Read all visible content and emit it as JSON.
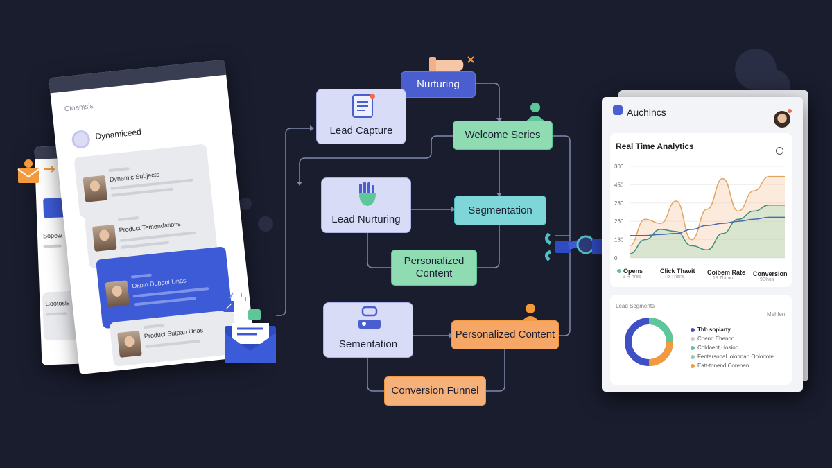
{
  "left_panel": {
    "brand": "Ctoamsis",
    "title": "Dynamiceed",
    "cards": [
      {
        "label": "Dynamic Subjects"
      },
      {
        "label": "Product Temendations"
      },
      {
        "label": "Oxpin Dubpot Unas"
      },
      {
        "label": "Product Sutpan Unas"
      }
    ],
    "back_labels": [
      "Sopew",
      "Cootosis"
    ]
  },
  "flow": {
    "nodes": {
      "nurturing": "Nurturing",
      "lead_capture": "Lead Capture",
      "welcome_series": "Welcome Series",
      "lead_nurturing": "Lead Nurturing",
      "segmentation": "Segmentation",
      "personalized_content_green": "Personalized Content",
      "sementation": "Sementation",
      "personalized_content_orange": "Personalized Content",
      "conversion_funnel": "Conversion Funnel"
    }
  },
  "dashboard": {
    "title": "Auchincs",
    "analytics": {
      "title": "Real Time Analytics",
      "metrics": [
        {
          "label": "Opens",
          "value": "1 R hres"
        },
        {
          "label": "Click Thavit",
          "value": "Tb Thens"
        },
        {
          "label": "Coibem Rate",
          "value": "18 Thimo"
        },
        {
          "label": "Conversion",
          "value": "9Dhos"
        }
      ]
    },
    "segments": {
      "title": "Lead Segments",
      "filter": "Mehlen",
      "legend": [
        {
          "label": "Thb sopiarty",
          "color": "#3f4fc4"
        },
        {
          "label": "Chend Ehenoo",
          "color": "#c9cbd2"
        },
        {
          "label": "Coldoent Hosioq",
          "color": "#5ec79a"
        },
        {
          "label": "Fentarsonal Iolonnan Oolodote",
          "color": "#8fcfb0"
        },
        {
          "label": "Eatt-tonend Corenan",
          "color": "#f39a3f"
        }
      ]
    }
  },
  "chart_data": {
    "type": "area",
    "title": "Real Time Analytics",
    "y_tick_labels": [
      "300",
      "450",
      "280",
      "260",
      "130",
      "0"
    ],
    "x": [
      0,
      1,
      2,
      3,
      4,
      5,
      6,
      7,
      8,
      9,
      10
    ],
    "series": [
      {
        "name": "Conversion",
        "color": "#e0a560",
        "values": [
          60,
          190,
          170,
          280,
          90,
          240,
          390,
          230,
          330,
          400,
          400
        ]
      },
      {
        "name": "Opens",
        "color": "#3f8f80",
        "values": [
          20,
          90,
          140,
          130,
          60,
          40,
          120,
          190,
          230,
          260,
          260
        ]
      },
      {
        "name": "Click Thavit",
        "color": "#4a6ab0",
        "values": [
          110,
          110,
          115,
          120,
          140,
          160,
          170,
          180,
          190,
          200,
          200
        ]
      }
    ],
    "donut": [
      {
        "label": "Thb sopiarty",
        "value": 50
      },
      {
        "label": "Coldoent Hosioq",
        "value": 25
      },
      {
        "label": "Eatt-tonend Corenan",
        "value": 25
      }
    ]
  }
}
